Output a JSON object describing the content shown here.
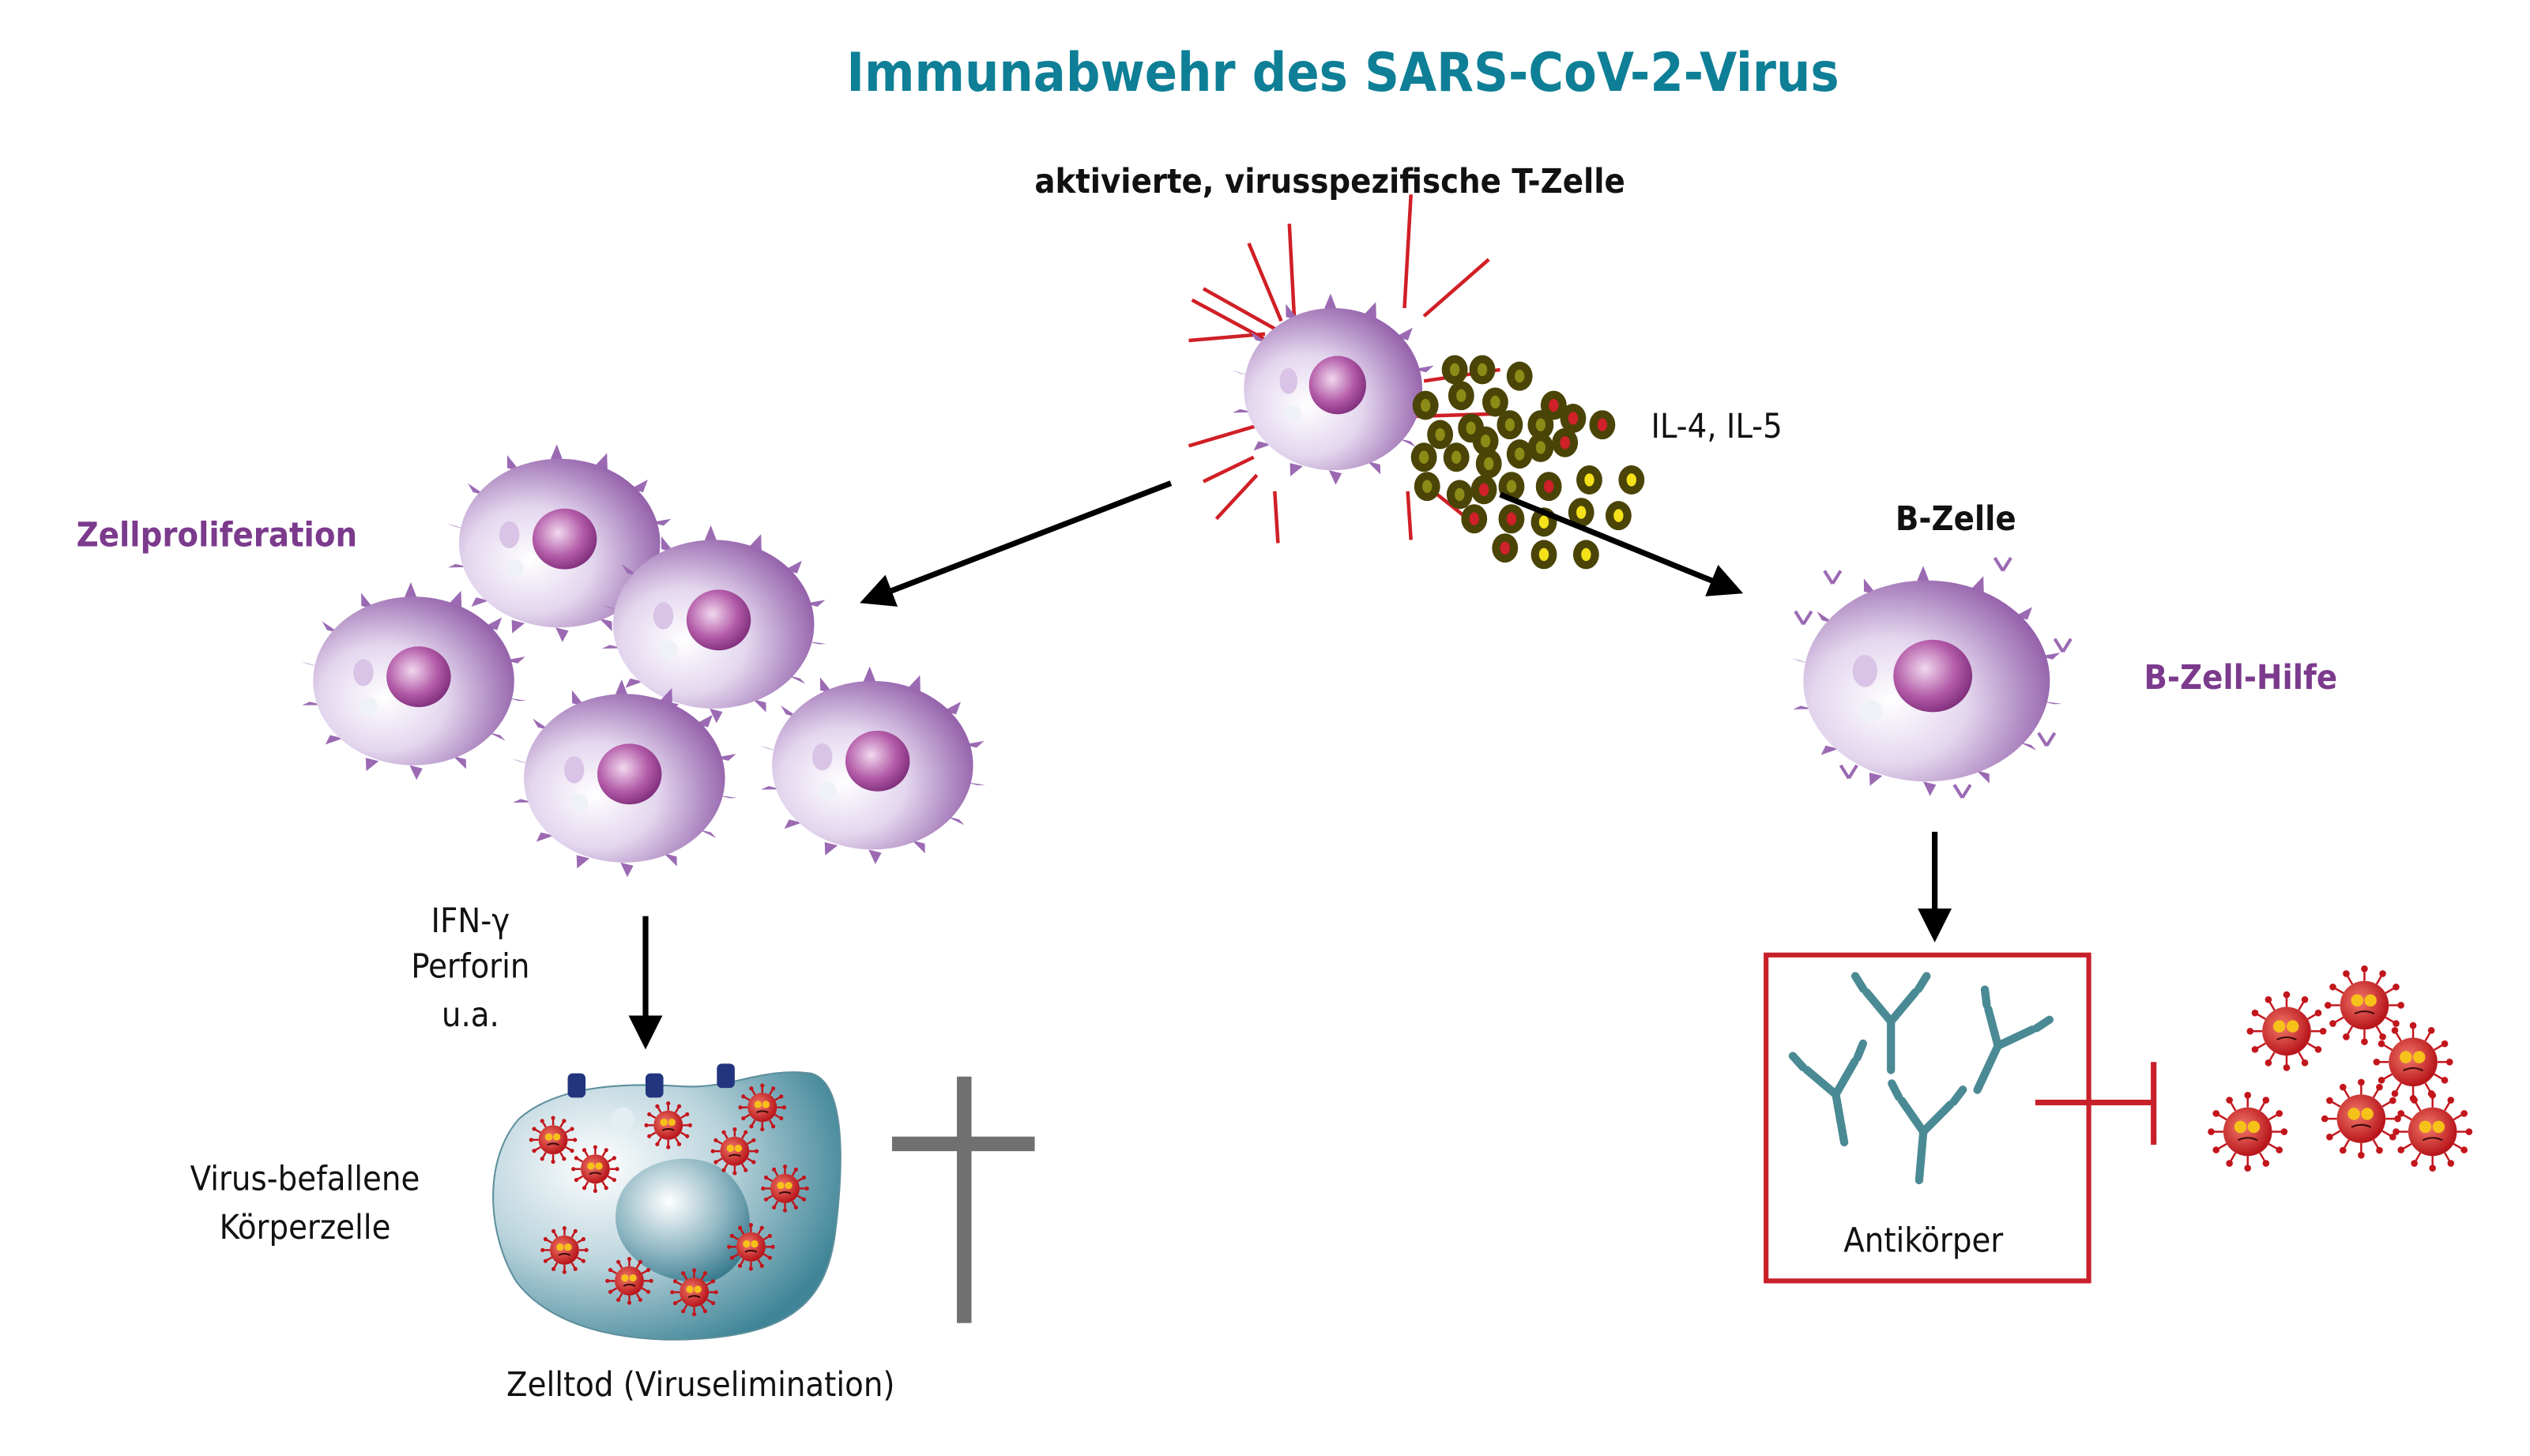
{
  "title": "Immunabwehr des SARS-CoV-2-Virus",
  "t_cell": {
    "label": "aktivierte, virusspezifische T-Zelle"
  },
  "cytokines": {
    "label": "IL-4, IL-5"
  },
  "proliferation": {
    "label": "Zellproliferation"
  },
  "effectors": {
    "lines": [
      "IFN-γ",
      "Perforin",
      "u.a."
    ]
  },
  "infected_cell": {
    "lines": [
      "Virus-befallene",
      "Körperzelle"
    ]
  },
  "cell_death": {
    "label": "Zelltod (Viruselimination)"
  },
  "b_cell": {
    "label": "B-Zelle",
    "help_label": "B-Zell-Hilfe"
  },
  "antibodies": {
    "label": "Antikörper"
  },
  "colors": {
    "title": "#0e7f96",
    "accent_purple": "#7b3a8c",
    "inhibit_red": "#c8202a",
    "cross_gray": "#707070"
  }
}
